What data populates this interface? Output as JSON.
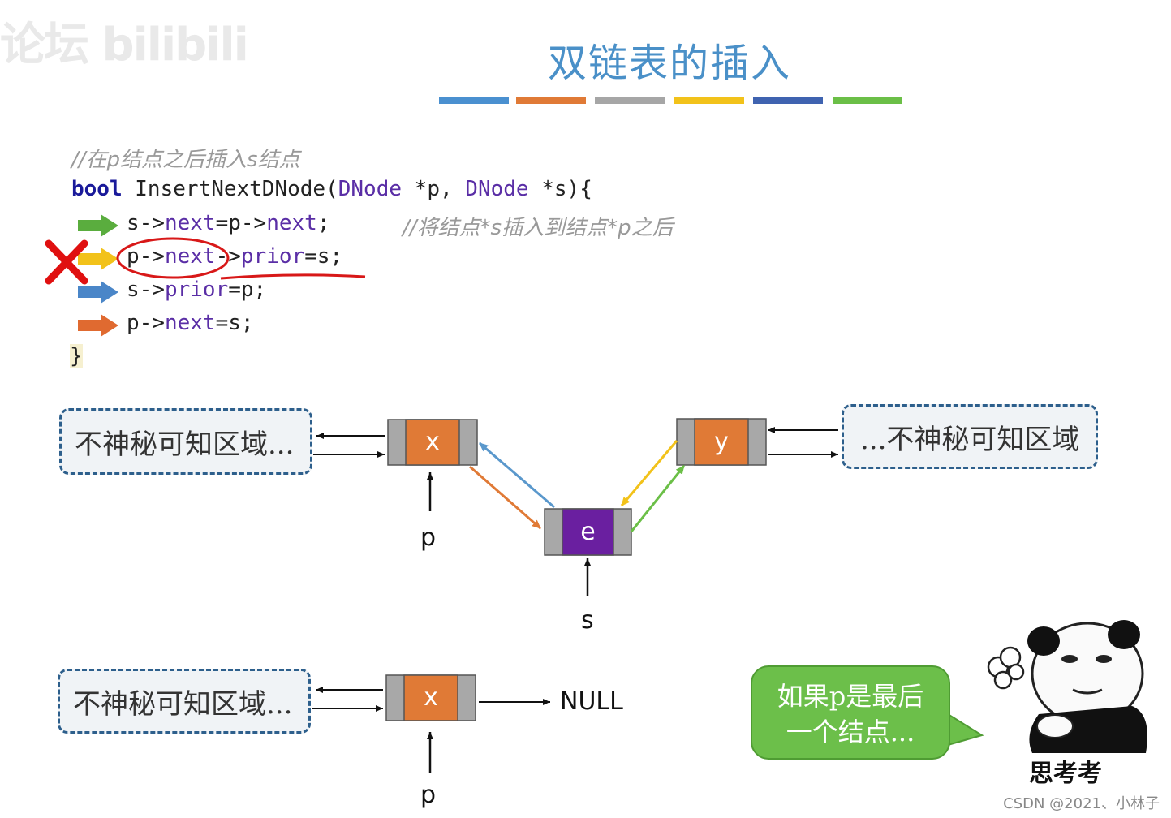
{
  "watermark": "论坛 bilibili",
  "title": "双链表的插入",
  "color_bars": [
    "#4a90d0",
    "#e07a36",
    "#a6a6a6",
    "#f2c21a",
    "#3f63b0",
    "#6bbf47"
  ],
  "code": {
    "comment_top": "//在p结点之后插入s结点",
    "signature": {
      "kw": "bool",
      "name": " InsertNextDNode(",
      "t1": "DNode",
      "p1": " *p, ",
      "t2": "DNode",
      "p2": " *s){"
    },
    "lines": [
      {
        "a": "s->",
        "f1": "next",
        "b": "=p->",
        "f2": "next",
        "c": ";",
        "comment": "//将结点*s插入到结点*p之后",
        "arrow_color": "#5aad3e"
      },
      {
        "a": "p->",
        "f1": "next",
        "b": "->",
        "f2": "prior",
        "c": "=s;",
        "comment": "",
        "arrow_color": "#f2c21a"
      },
      {
        "a": "s->",
        "f1": "prior",
        "b": "=p;",
        "f2": "",
        "c": "",
        "comment": "",
        "arrow_color": "#4a86c8"
      },
      {
        "a": "p->",
        "f1": "next",
        "b": "=s;",
        "f2": "",
        "c": "",
        "comment": "",
        "arrow_color": "#e06a30"
      }
    ],
    "close": "}"
  },
  "diagram1": {
    "left_region": "不神秘可知区域...",
    "right_region": "...不神秘可知区域",
    "node_x": "x",
    "node_y": "y",
    "node_e": "e",
    "label_p": "p",
    "label_s": "s"
  },
  "diagram2": {
    "left_region": "不神秘可知区域...",
    "node_x": "x",
    "null_label": "NULL",
    "label_p": "p"
  },
  "bubble": {
    "line1": "如果p是最后",
    "line2": "一个结点..."
  },
  "meme_caption": "思考考",
  "credit": "CSDN @2021、小林子"
}
